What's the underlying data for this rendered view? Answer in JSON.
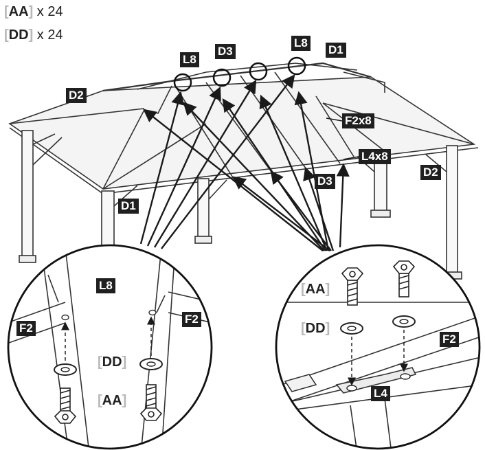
{
  "parts_list": [
    {
      "code": "AA",
      "qty": "x 24"
    },
    {
      "code": "DD",
      "qty": "x 24"
    }
  ],
  "callouts": {
    "l8_a": "L8",
    "d3_top": "D3",
    "l8_b": "L8",
    "d1_top": "D1",
    "d2_left": "D2",
    "f2x8": "F2x8",
    "l4x8": "L4x8",
    "d3_mid": "D3",
    "d2_right": "D2",
    "d1_left": "D1"
  },
  "detail_left": {
    "l8": "L8",
    "f2_left": "F2",
    "f2_right": "F2",
    "dd": "DD",
    "aa": "AA"
  },
  "detail_right": {
    "aa": "AA",
    "dd": "DD",
    "f2": "F2",
    "l4": "L4"
  },
  "colors": {
    "tag_bg": "#1f1f1f",
    "tag_text": "#ffffff",
    "bracket": "#b8b8b8",
    "line": "#1a1a1a"
  }
}
